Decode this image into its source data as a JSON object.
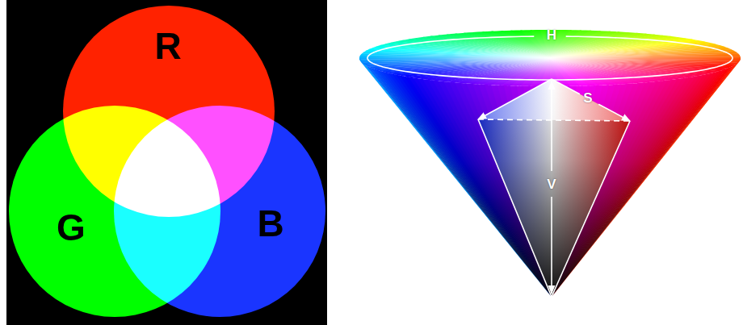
{
  "diagram": {
    "nodes": [
      {
        "text": [
          "R"
        ]
      },
      {
        "text": [
          "G"
        ]
      },
      {
        "text": [
          "B"
        ]
      }
    ],
    "labels": [
      "H",
      "S",
      "V"
    ]
  }
}
